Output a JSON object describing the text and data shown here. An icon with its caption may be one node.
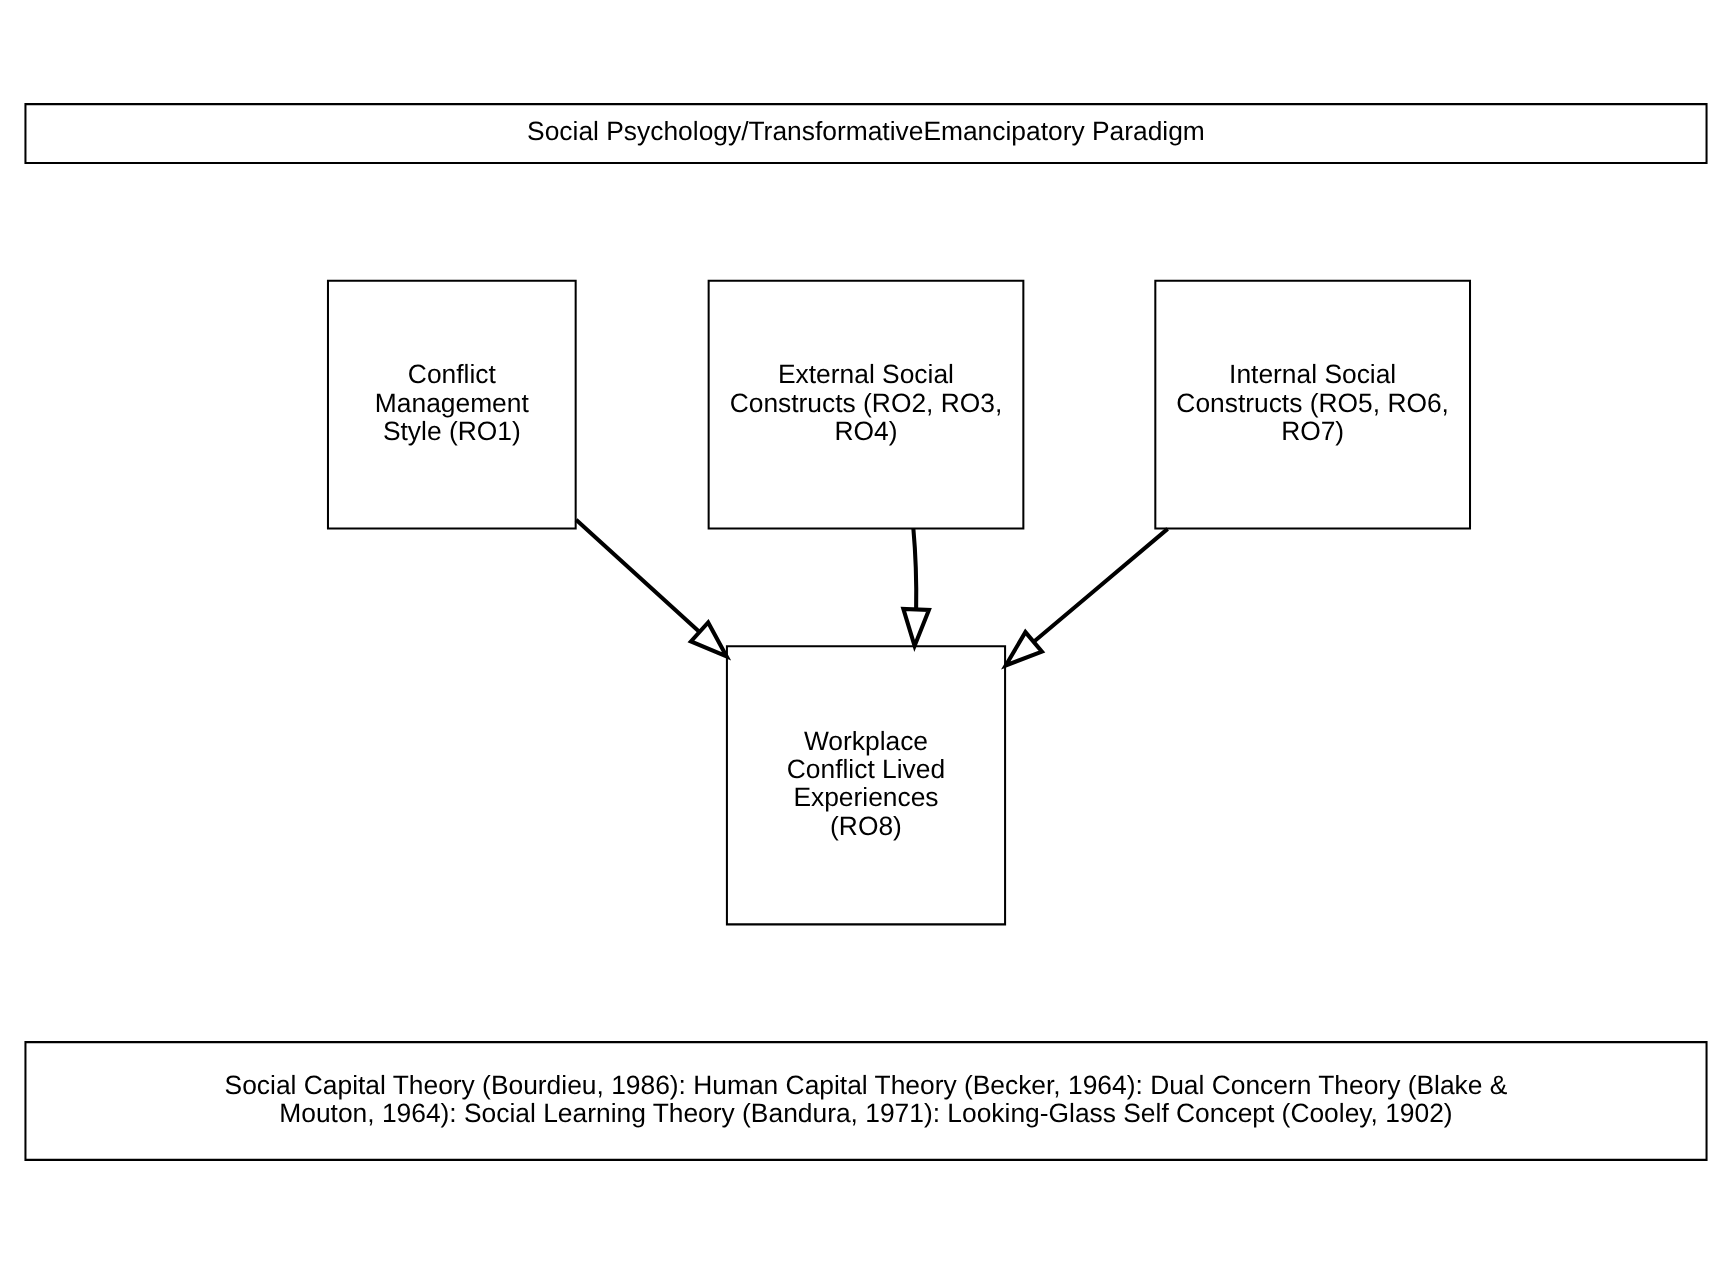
{
  "diagram": {
    "nodes": [
      {
        "text": [
          "Social Psychology/TransformativeEmancipatory Paradigm"
        ]
      },
      {
        "text": [
          "Conflict Management Style (RO1)"
        ]
      },
      {
        "text": [
          "External Social Constructs (RO2, RO3, RO4)"
        ]
      },
      {
        "text": [
          "Internal Social Constructs (RO5, RO6, RO7)"
        ]
      },
      {
        "text": [
          "Workplace Conflict Lived Experiences (RO8)"
        ]
      },
      {
        "text": [
          "Social Capital Theory (Bourdieu, 1986): Human Capital Theory (Becker, 1964): Dual Concern Theory (Blake & Mouton, 1964): Social Learning Theory (Bandura, 1971): Looking-Glass Self Concept (Cooley, 1902)"
        ]
      }
    ],
    "edges": [
      {
        "from": 1,
        "to": 4,
        "arrow": "to"
      },
      {
        "from": 2,
        "to": 4,
        "arrow": "to"
      },
      {
        "from": 3,
        "to": 4,
        "arrow": "to"
      }
    ]
  }
}
